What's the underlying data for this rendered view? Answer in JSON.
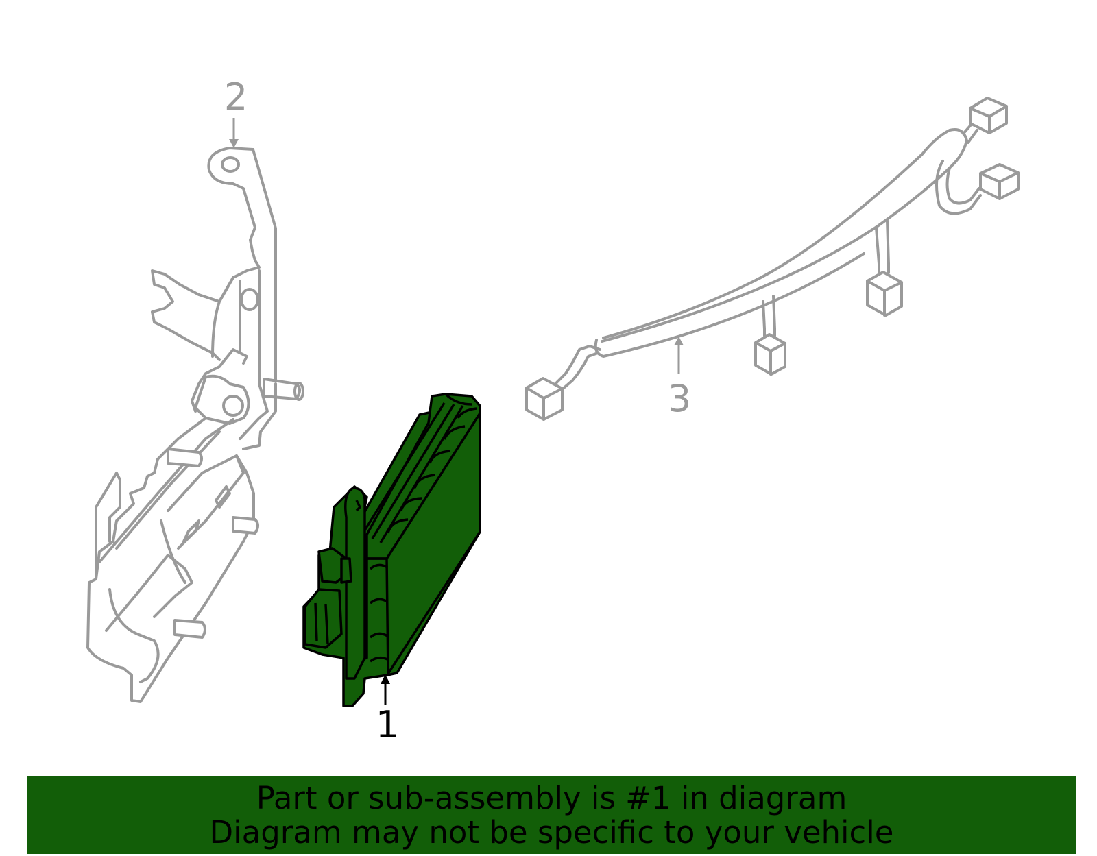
{
  "callouts": {
    "part1": "1",
    "part2": "2",
    "part3": "3"
  },
  "banner": {
    "line1": "Part or sub-assembly is #1 in diagram",
    "line2": "Diagram may not be specific to your vehicle"
  },
  "colors": {
    "highlight": "#125e08",
    "banner": "#125e08",
    "line_art": "#9a9a9a",
    "highlight_callout": "#000000"
  }
}
